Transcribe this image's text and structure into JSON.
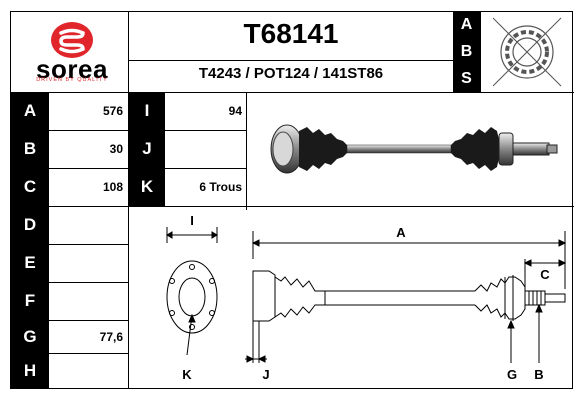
{
  "brand": {
    "name": "sorea",
    "tagline": "DRIVEN BY QUALITY",
    "logo_color": "#e0262b"
  },
  "header": {
    "part_number": "T68141",
    "cross_refs": "T4243 / POT124 / 141ST86"
  },
  "abs": {
    "letters": [
      "A",
      "B",
      "S"
    ]
  },
  "specs_left": [
    {
      "letter": "A",
      "value": "576"
    },
    {
      "letter": "B",
      "value": "30"
    },
    {
      "letter": "C",
      "value": "108"
    },
    {
      "letter": "D",
      "value": ""
    },
    {
      "letter": "E",
      "value": ""
    },
    {
      "letter": "F",
      "value": ""
    },
    {
      "letter": "G",
      "value": "77,6"
    },
    {
      "letter": "H",
      "value": ""
    }
  ],
  "specs_right": [
    {
      "letter": "I",
      "value": "94"
    },
    {
      "letter": "J",
      "value": ""
    },
    {
      "letter": "K",
      "value": "6 Trous"
    }
  ],
  "diagram": {
    "labels": {
      "A": "A",
      "C": "C",
      "I": "I",
      "K": "K",
      "J": "J",
      "G": "G",
      "B": "B"
    }
  }
}
